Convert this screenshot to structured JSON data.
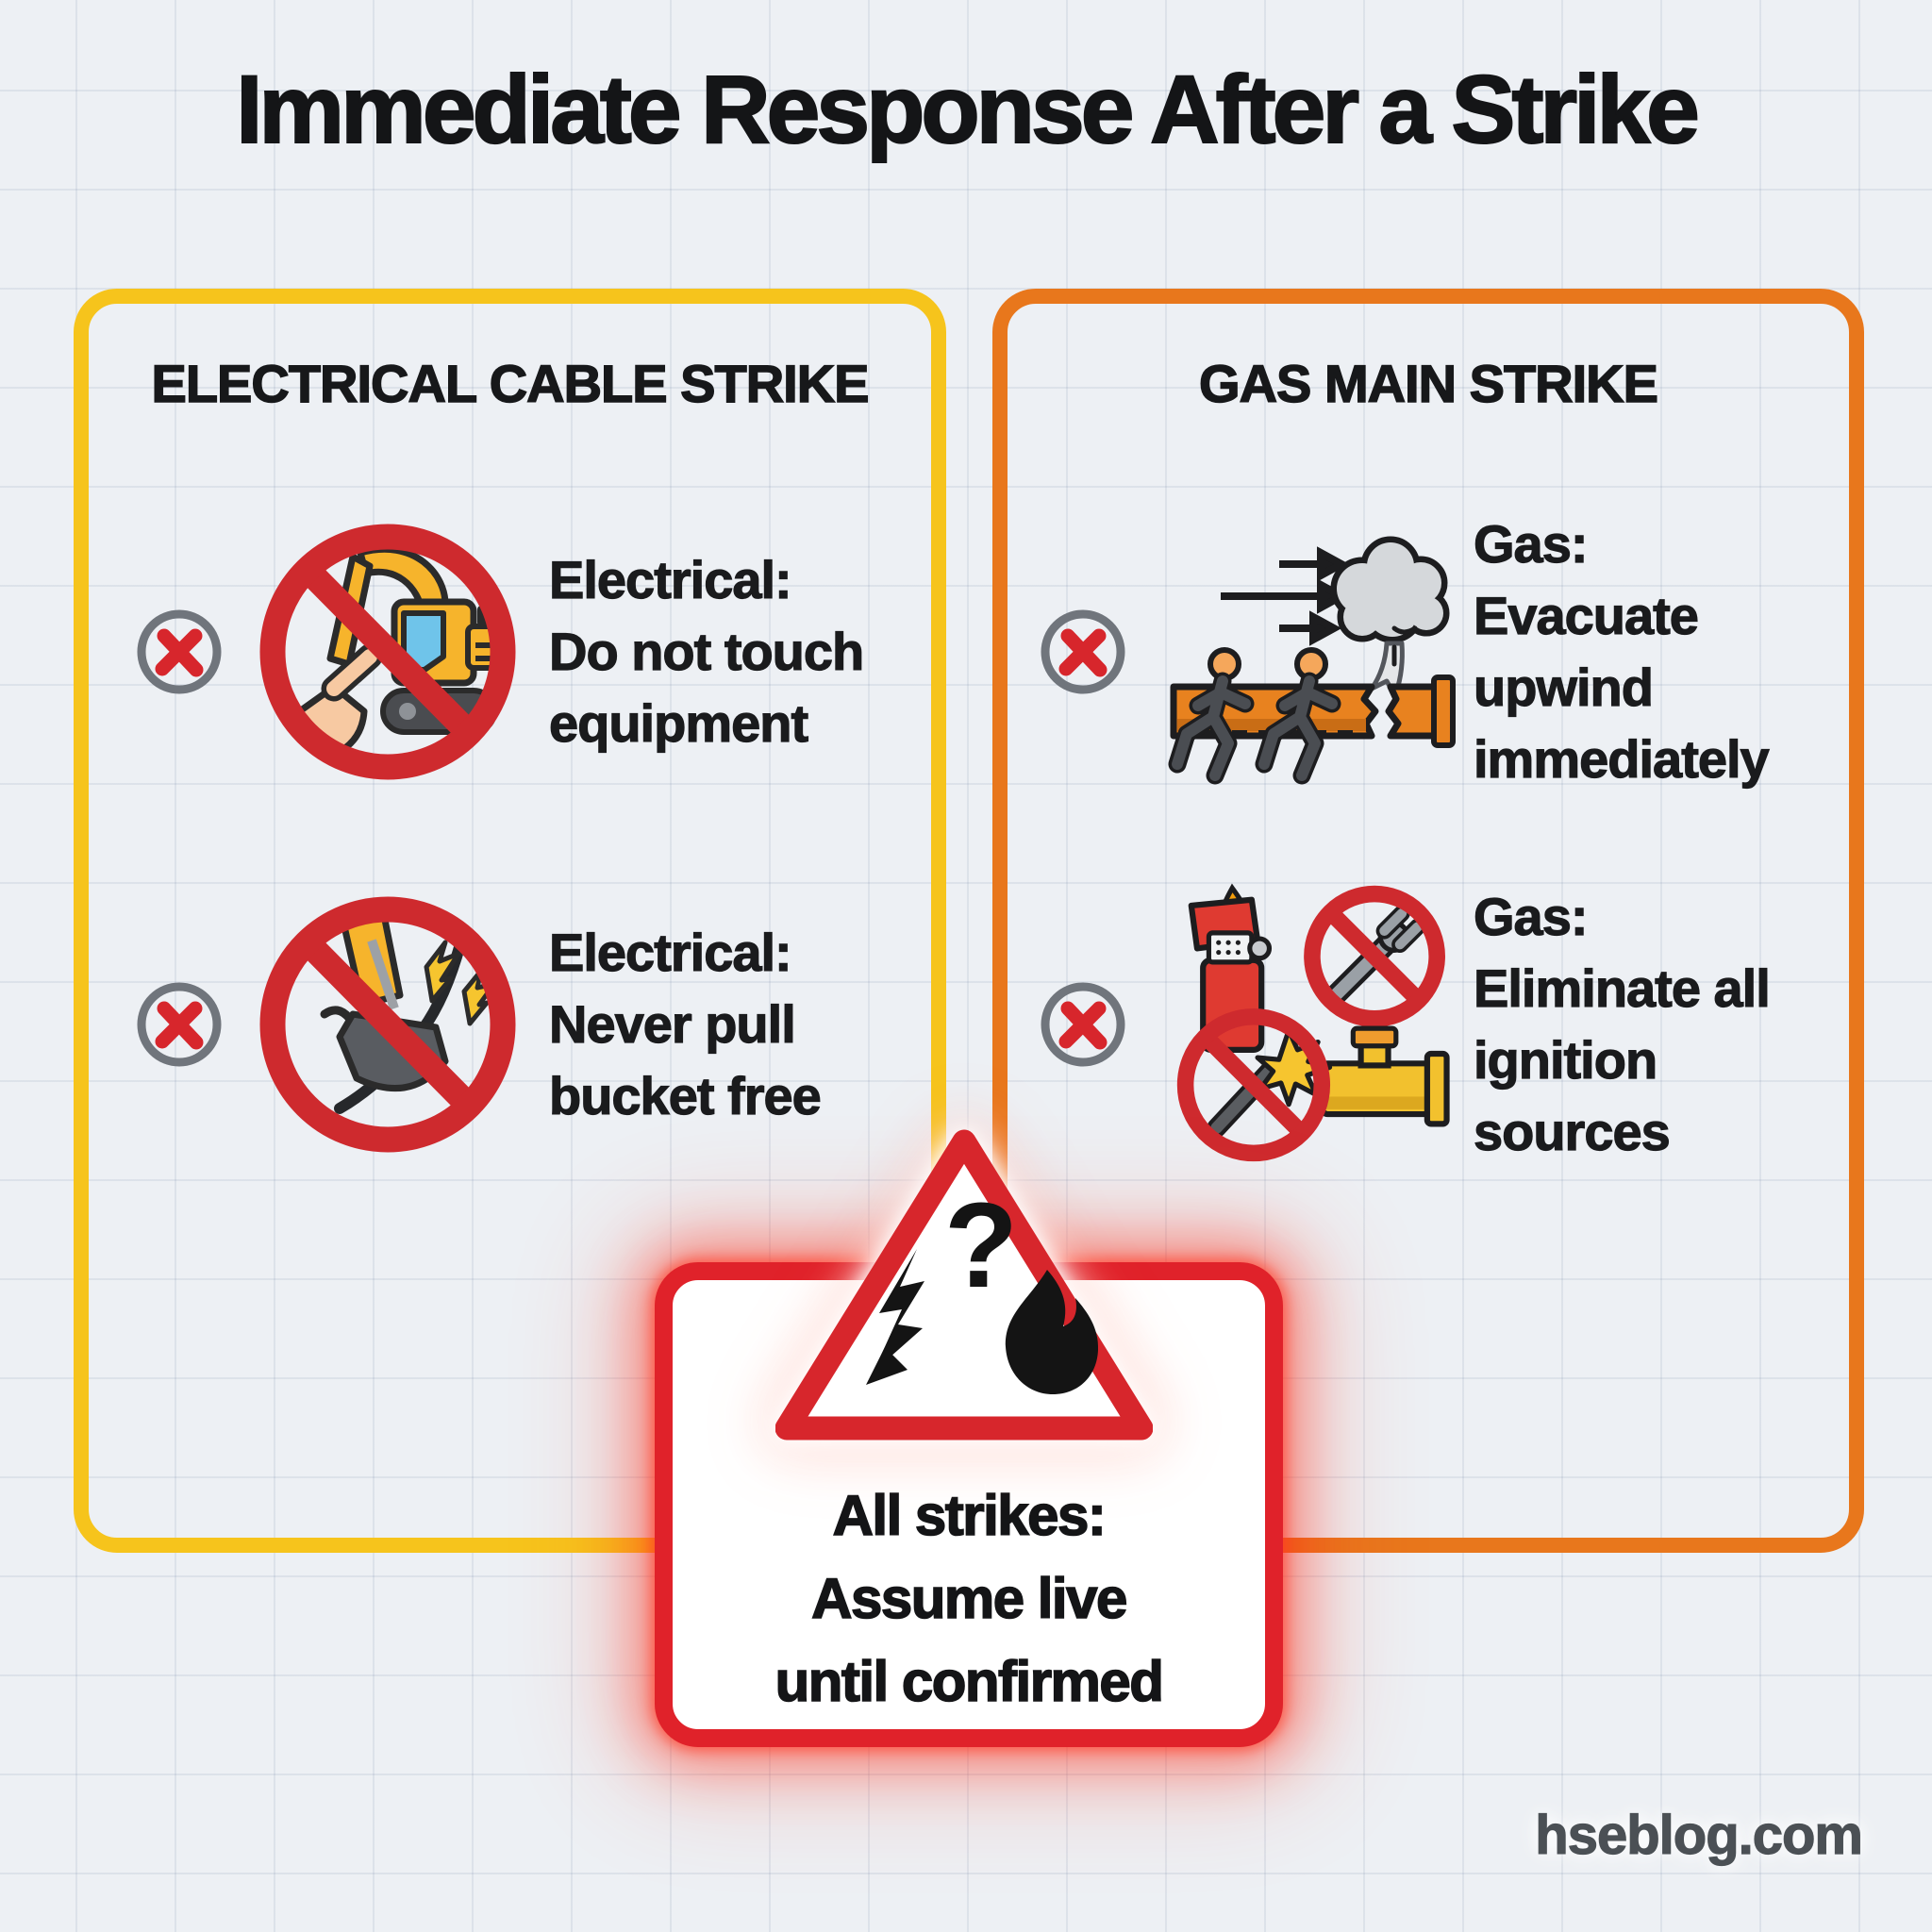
{
  "title": "Immediate Response After a Strike",
  "watermark": "hseblog.com",
  "colors": {
    "background": "#edf0f4",
    "grid_line": "#dde2e9",
    "text": "#17181a",
    "electrical_panel_border": "#F6C41C",
    "gas_panel_border": "#E8771C",
    "prohibition_red": "#CE2A2E",
    "x_mark_red": "#D7262C",
    "x_ring_gray": "#70757c",
    "callout_border": "#E0222A",
    "callout_glow": "#FF2A1E",
    "pipe_orange": "#E8821F",
    "excavator_yellow": "#F6B42C",
    "watermark_gray": "#4b5055"
  },
  "panels": {
    "electrical": {
      "header": "ELECTRICAL CABLE STRIKE",
      "rows": [
        {
          "alert_icon": "x-mark",
          "icon": "no-touch-excavator",
          "lines": [
            "Electrical:",
            "Do not touch",
            "equipment"
          ]
        },
        {
          "alert_icon": "x-mark",
          "icon": "no-pull-bucket-cable",
          "lines": [
            "Electrical:",
            "Never pull",
            "bucket free"
          ]
        }
      ]
    },
    "gas": {
      "header": "GAS MAIN STRIKE",
      "rows": [
        {
          "alert_icon": "x-mark",
          "icon": "evacuate-upwind",
          "lines": [
            "Gas:",
            "Evacuate",
            "upwind",
            "immediately"
          ]
        },
        {
          "alert_icon": "x-mark",
          "icon": "no-ignition-sources",
          "lines": [
            "Gas:",
            "Eliminate all",
            "ignition",
            "sources"
          ]
        }
      ]
    }
  },
  "callout": {
    "icon": "electrical-fire-hazard-warning",
    "lines": [
      "All strikes:",
      "Assume live",
      "until confirmed"
    ]
  }
}
